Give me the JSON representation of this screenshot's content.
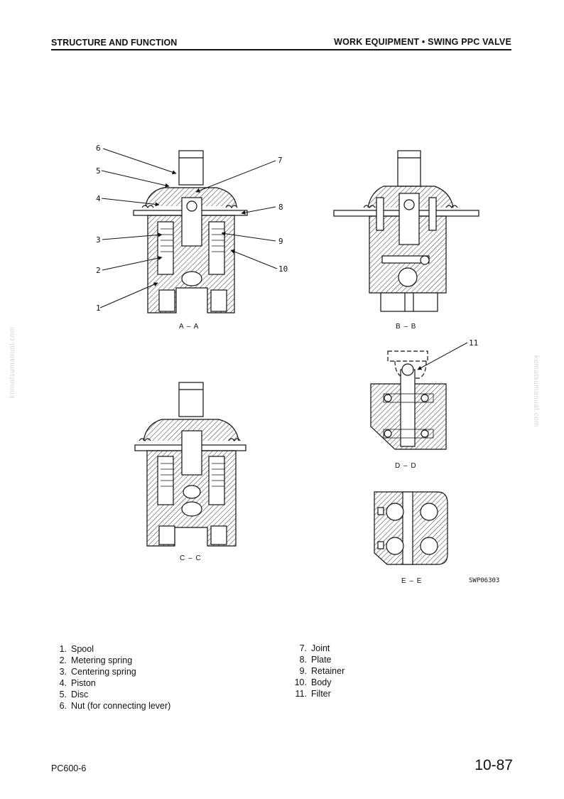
{
  "header": {
    "left": "STRUCTURE AND FUNCTION",
    "right": "WORK EQUIPMENT • SWING PPC VALVE"
  },
  "watermark": "komatsumanual.com",
  "figure": {
    "section_labels": {
      "aa": "A – A",
      "bb": "B – B",
      "cc": "C – C",
      "dd": "D – D",
      "ee": "E – E"
    },
    "drawing_code": "SWP06303",
    "callouts": [
      "1",
      "2",
      "3",
      "4",
      "5",
      "6",
      "7",
      "8",
      "9",
      "10",
      "11"
    ]
  },
  "legend": {
    "left": [
      {
        "num": "1.",
        "text": "Spool"
      },
      {
        "num": "2.",
        "text": "Metering spring"
      },
      {
        "num": "3.",
        "text": "Centering spring"
      },
      {
        "num": "4.",
        "text": "Piston"
      },
      {
        "num": "5.",
        "text": "Disc"
      },
      {
        "num": "6.",
        "text": "Nut (for connecting lever)"
      }
    ],
    "right": [
      {
        "num": "7.",
        "text": "Joint"
      },
      {
        "num": "8.",
        "text": "Plate"
      },
      {
        "num": "9.",
        "text": "Retainer"
      },
      {
        "num": "10.",
        "text": "Body"
      },
      {
        "num": "11.",
        "text": "Filter"
      }
    ]
  },
  "footer": {
    "model": "PC600-6",
    "page": "10-87"
  }
}
